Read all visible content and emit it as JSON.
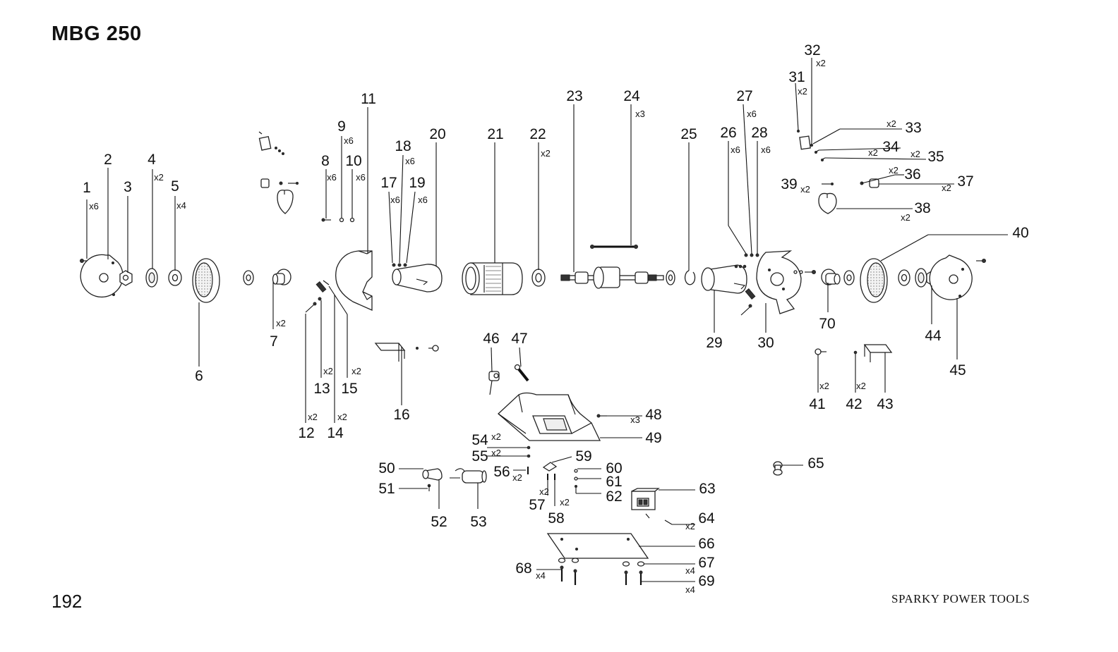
{
  "title": "MBG 250",
  "page_number": "192",
  "brand": "SPARKY POWER TOOLS",
  "callouts": [
    {
      "n": "1",
      "q": "x6"
    },
    {
      "n": "2",
      "q": ""
    },
    {
      "n": "3",
      "q": ""
    },
    {
      "n": "4",
      "q": "x2"
    },
    {
      "n": "5",
      "q": "x4"
    },
    {
      "n": "6",
      "q": ""
    },
    {
      "n": "7",
      "q": "x2"
    },
    {
      "n": "8",
      "q": "x6"
    },
    {
      "n": "9",
      "q": "x6"
    },
    {
      "n": "10",
      "q": "x6"
    },
    {
      "n": "11",
      "q": ""
    },
    {
      "n": "12",
      "q": "x2"
    },
    {
      "n": "13",
      "q": "x2"
    },
    {
      "n": "14",
      "q": "x2"
    },
    {
      "n": "15",
      "q": "x2"
    },
    {
      "n": "16",
      "q": ""
    },
    {
      "n": "17",
      "q": "x6"
    },
    {
      "n": "18",
      "q": "x6"
    },
    {
      "n": "19",
      "q": "x6"
    },
    {
      "n": "20",
      "q": ""
    },
    {
      "n": "21",
      "q": ""
    },
    {
      "n": "22",
      "q": "x2"
    },
    {
      "n": "23",
      "q": ""
    },
    {
      "n": "24",
      "q": "x3"
    },
    {
      "n": "25",
      "q": ""
    },
    {
      "n": "26",
      "q": "x6"
    },
    {
      "n": "27",
      "q": "x6"
    },
    {
      "n": "28",
      "q": "x6"
    },
    {
      "n": "29",
      "q": ""
    },
    {
      "n": "30",
      "q": ""
    },
    {
      "n": "31",
      "q": "x2"
    },
    {
      "n": "32",
      "q": "x2"
    },
    {
      "n": "33",
      "q": "x2"
    },
    {
      "n": "34",
      "q": "x2"
    },
    {
      "n": "35",
      "q": "x2"
    },
    {
      "n": "36",
      "q": "x2"
    },
    {
      "n": "37",
      "q": "x2"
    },
    {
      "n": "38",
      "q": "x2"
    },
    {
      "n": "39",
      "q": "x2"
    },
    {
      "n": "40",
      "q": ""
    },
    {
      "n": "41",
      "q": "x2"
    },
    {
      "n": "42",
      "q": "x2"
    },
    {
      "n": "43",
      "q": ""
    },
    {
      "n": "44",
      "q": ""
    },
    {
      "n": "45",
      "q": ""
    },
    {
      "n": "46",
      "q": ""
    },
    {
      "n": "47",
      "q": ""
    },
    {
      "n": "48",
      "q": "x3"
    },
    {
      "n": "49",
      "q": ""
    },
    {
      "n": "50",
      "q": ""
    },
    {
      "n": "51",
      "q": ""
    },
    {
      "n": "52",
      "q": ""
    },
    {
      "n": "53",
      "q": ""
    },
    {
      "n": "54",
      "q": "x2"
    },
    {
      "n": "55",
      "q": "x2"
    },
    {
      "n": "56",
      "q": "x2"
    },
    {
      "n": "57",
      "q": "x2"
    },
    {
      "n": "58",
      "q": "x2"
    },
    {
      "n": "59",
      "q": ""
    },
    {
      "n": "60",
      "q": ""
    },
    {
      "n": "61",
      "q": ""
    },
    {
      "n": "62",
      "q": ""
    },
    {
      "n": "63",
      "q": ""
    },
    {
      "n": "64",
      "q": "x2"
    },
    {
      "n": "65",
      "q": ""
    },
    {
      "n": "66",
      "q": ""
    },
    {
      "n": "67",
      "q": "x4"
    },
    {
      "n": "68",
      "q": "x4"
    },
    {
      "n": "69",
      "q": "x4"
    },
    {
      "n": "70",
      "q": ""
    }
  ]
}
